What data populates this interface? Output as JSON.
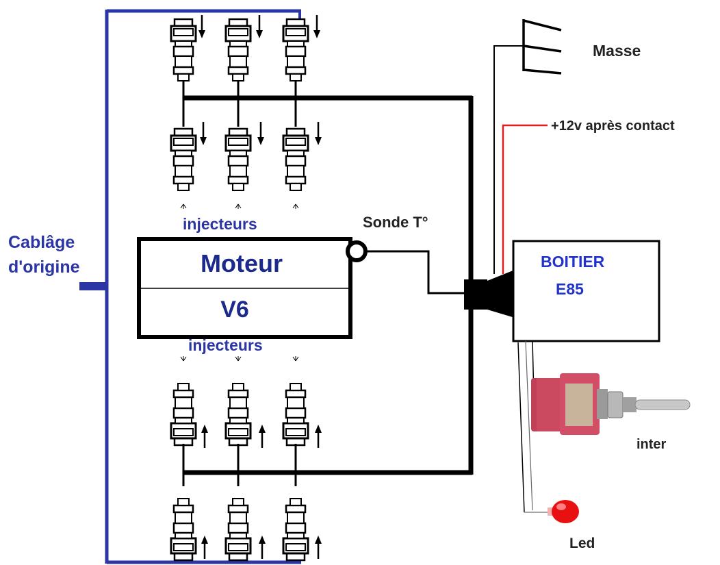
{
  "labels": {
    "original_wiring": [
      "Cablâge",
      "d'origine"
    ],
    "injectors_top": "injecteurs",
    "injectors_bottom": "injecteurs",
    "engine": "Moteur",
    "engine_type": "V6",
    "temp_probe": "Sonde T°",
    "ground": "Masse",
    "power": "+12v après contact",
    "box_line1": "BOITIER",
    "box_line2": "E85",
    "switch": "inter",
    "led": "Led"
  },
  "colors": {
    "wiring_blue": "#2b35a3",
    "text_blue": "#1b2a8c",
    "wire_black": "#000000",
    "power_wire": "#e02020",
    "switch_body": "#c0405a",
    "led_red": "#e81010"
  },
  "icons": [
    "fuel-injector-icon",
    "toggle-switch-icon",
    "led-icon",
    "ground-symbol-icon",
    "temperature-probe-icon"
  ]
}
